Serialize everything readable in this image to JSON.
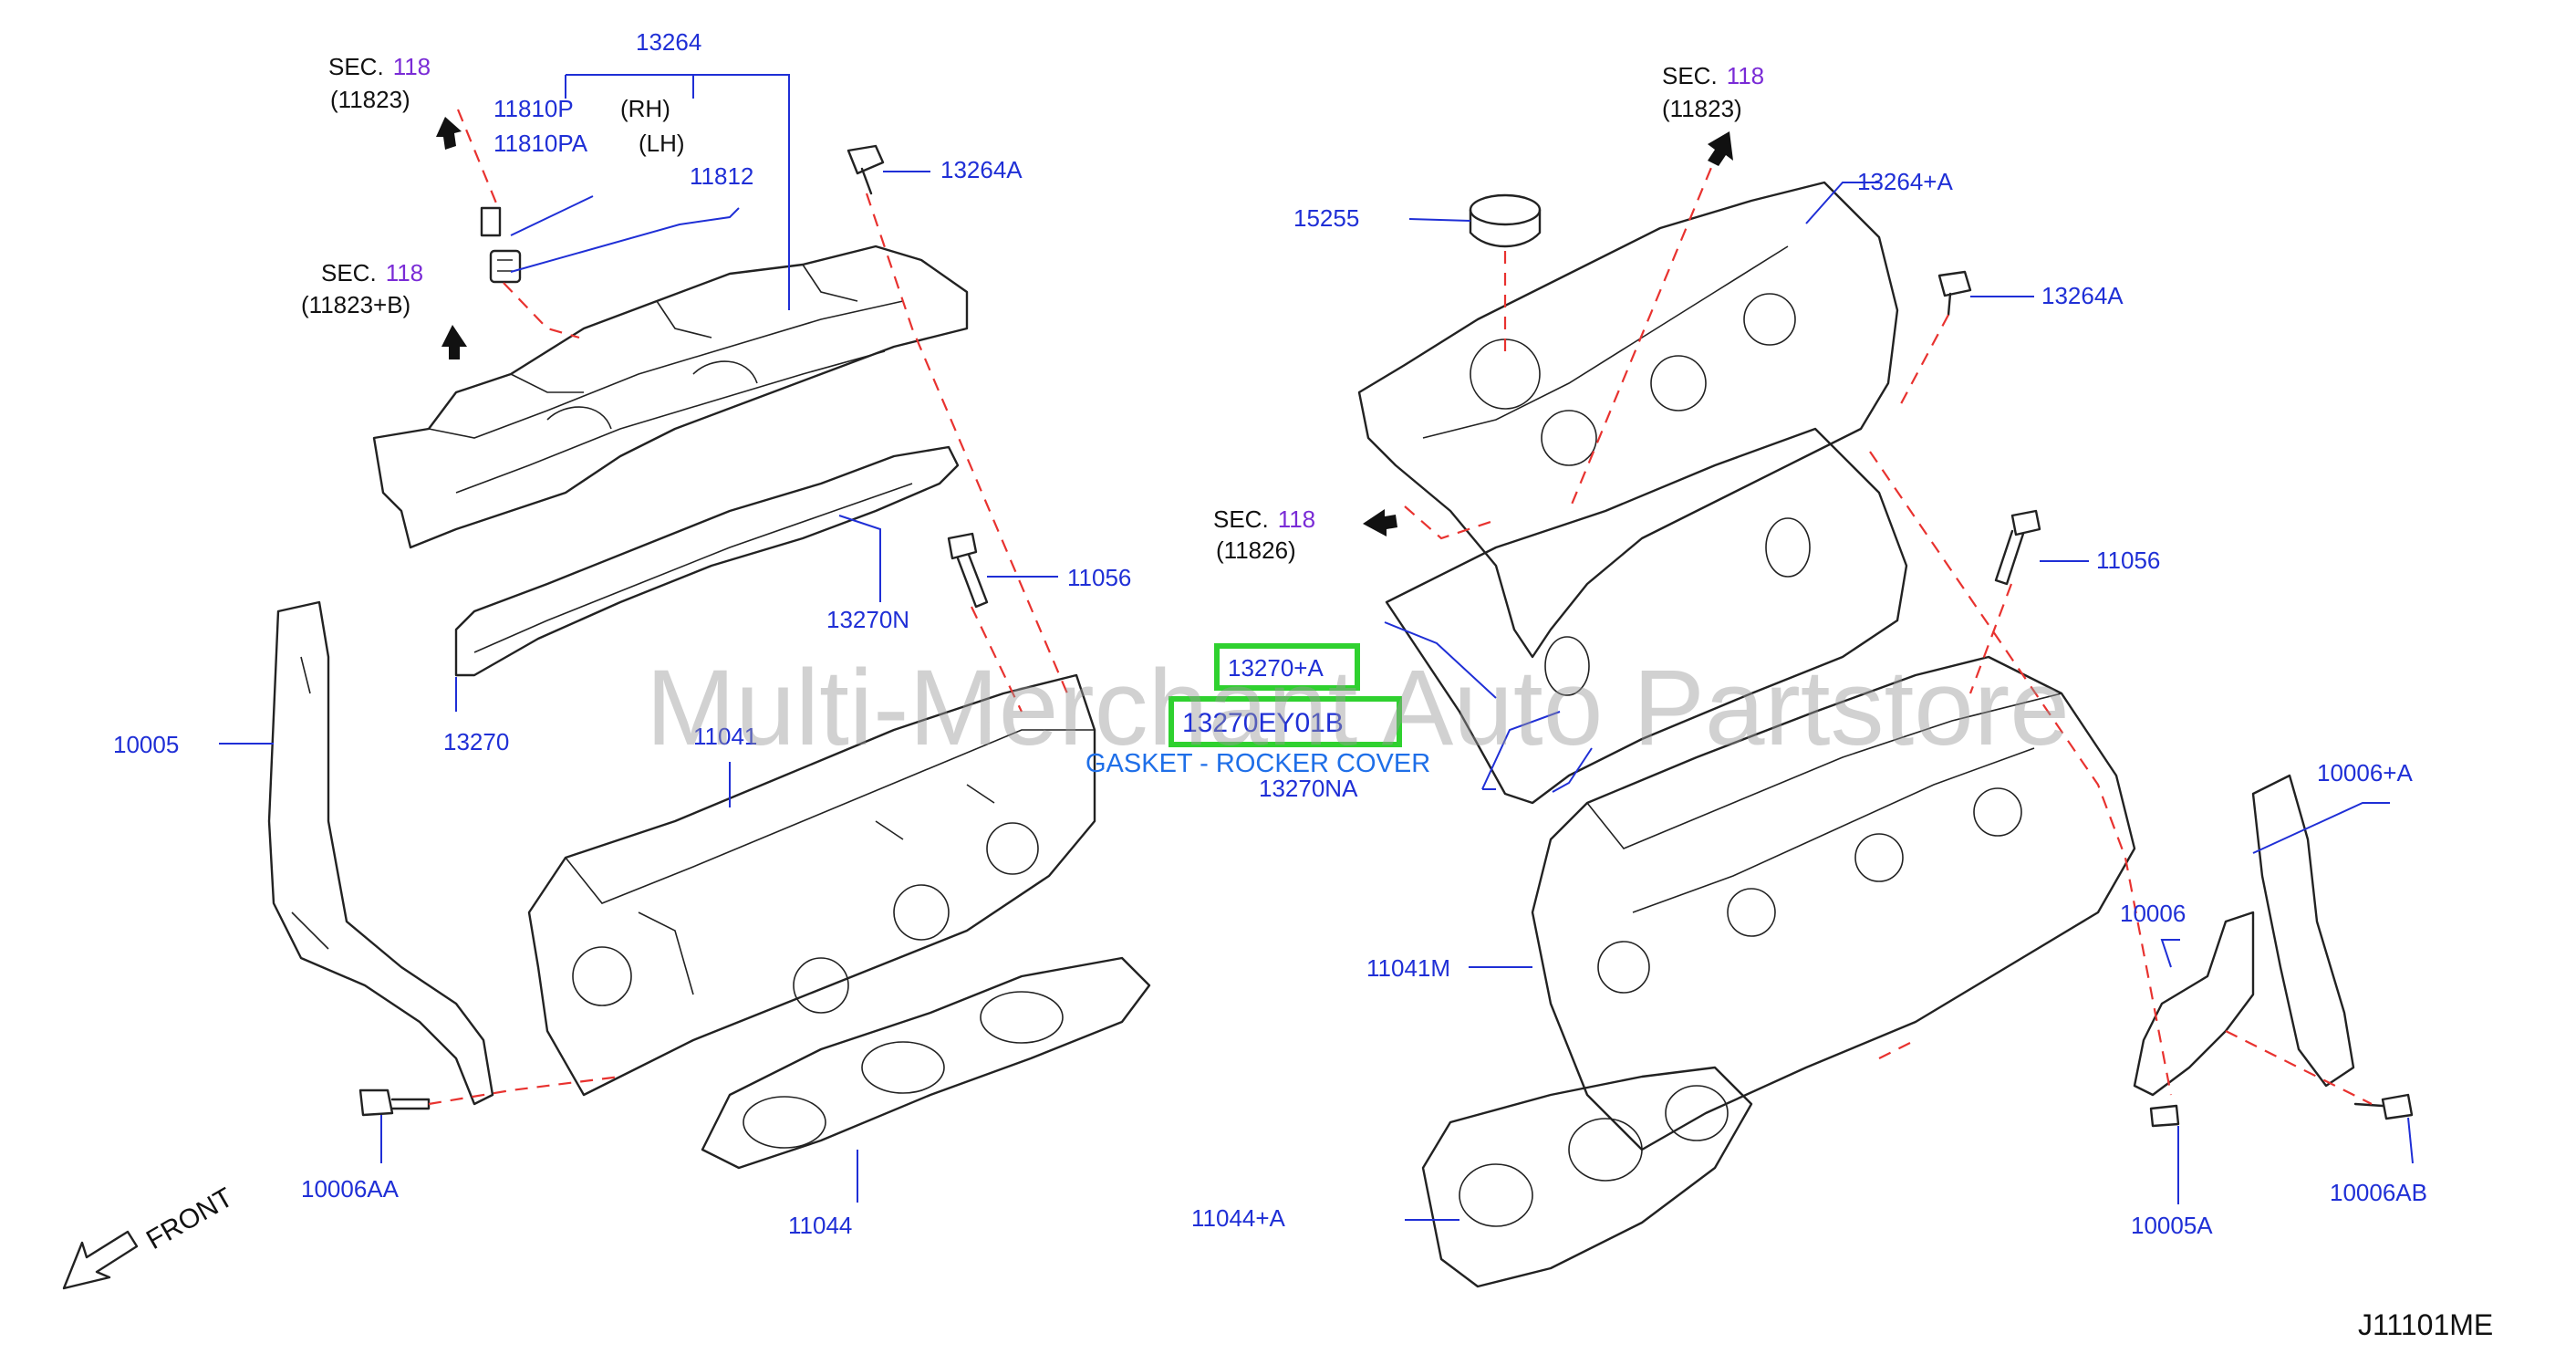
{
  "labels": {
    "p13264": "13264",
    "p11810p": "11810P",
    "rh": "(RH)",
    "p11810pa": "11810PA",
    "lh": "(LH)",
    "p11812": "11812",
    "p13264a_left": "13264A",
    "p11056_left": "11056",
    "p13270n": "13270N",
    "p13270": "13270",
    "p10005": "10005",
    "p11041": "11041",
    "p10006aa": "10006AA",
    "p11044": "11044",
    "p15255": "15255",
    "p13264_plus_a": "13264+A",
    "p13264a_right": "13264A",
    "p11056_right": "11056",
    "p13270_plus_a": "13270+A",
    "p13270na": "13270NA",
    "p10006_plus_a": "10006+A",
    "p10006": "10006",
    "p11041m": "11041M",
    "p11044_plus_a": "11044+A",
    "p10005a": "10005A",
    "p10006ab": "10006AB"
  },
  "sec_refs": [
    {
      "prefix": "SEC.",
      "num": "118",
      "sub": "(11823)"
    },
    {
      "prefix": "SEC.",
      "num": "118",
      "sub": "(11823+B)"
    },
    {
      "prefix": "SEC.",
      "num": "118",
      "sub": "(11823)"
    },
    {
      "prefix": "SEC.",
      "num": "118",
      "sub": "(11826)"
    }
  ],
  "highlight": {
    "part_number": "13270EY01B",
    "description": "GASKET - ROCKER COVER"
  },
  "watermark": "Multi-Merchant Auto Partstore",
  "front_label": "FRONT",
  "diagram_code": "J11101ME",
  "colors": {
    "part_label": "#1f2fd6",
    "sec_number": "#7a2bd6",
    "highlight_border": "#2fd12f",
    "description": "#1f6fe8",
    "dashed_line": "#e8322f"
  }
}
